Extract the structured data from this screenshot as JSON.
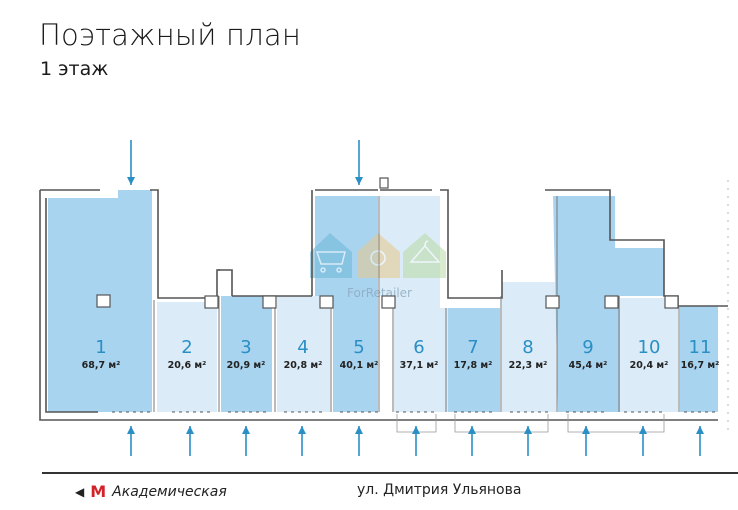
{
  "header": {
    "title": "Поэтажный план",
    "floor": "1 этаж"
  },
  "units": [
    {
      "number": "1",
      "area": "68,7 м²",
      "tone": "#a9d4f0"
    },
    {
      "number": "2",
      "area": "20,6 м²",
      "tone": "#dbecf8"
    },
    {
      "number": "3",
      "area": "20,9 м²",
      "tone": "#a9d4f0"
    },
    {
      "number": "4",
      "area": "20,8 м²",
      "tone": "#dbecf8"
    },
    {
      "number": "5",
      "area": "40,1 м²",
      "tone": "#a9d4f0"
    },
    {
      "number": "6",
      "area": "37,1 м²",
      "tone": "#dbecf8"
    },
    {
      "number": "7",
      "area": "17,8 м²",
      "tone": "#a9d4f0"
    },
    {
      "number": "8",
      "area": "22,3 м²",
      "tone": "#dbecf8"
    },
    {
      "number": "9",
      "area": "45,4 м²",
      "tone": "#a9d4f0"
    },
    {
      "number": "10",
      "area": "20,4 м²",
      "tone": "#dbecf8"
    },
    {
      "number": "11",
      "area": "16,7 м²",
      "tone": "#a9d4f0"
    }
  ],
  "watermark": {
    "text": "ForRetailer",
    "icons": [
      "shopping-cart-icon",
      "dining-icon",
      "clothes-hanger-icon"
    ]
  },
  "footer": {
    "metro_station": "Академическая",
    "metro_logo": "М",
    "street": "ул. Дмитрия Ульянова"
  },
  "colors": {
    "accent": "#2a8fc4",
    "wall": "#555555",
    "metro_red": "#d2232a"
  }
}
